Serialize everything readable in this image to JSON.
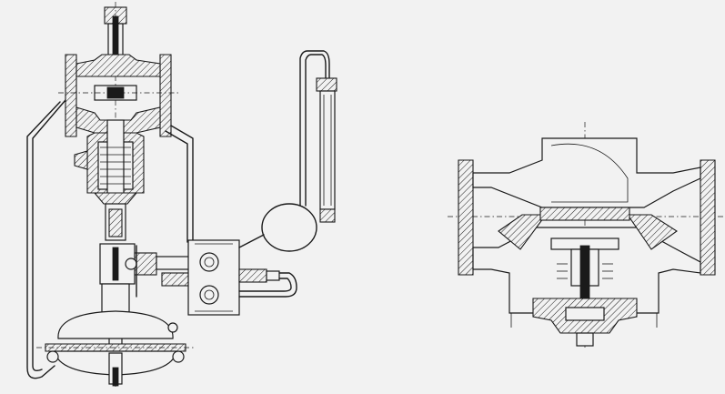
{
  "figure": {
    "background": "#f2f2f2",
    "line_color": "#1a1a1a",
    "views": [
      {
        "id": "left",
        "content": "pressure-control-valve-assembly-section"
      },
      {
        "id": "right",
        "content": "valve-body-cross-section"
      }
    ]
  }
}
